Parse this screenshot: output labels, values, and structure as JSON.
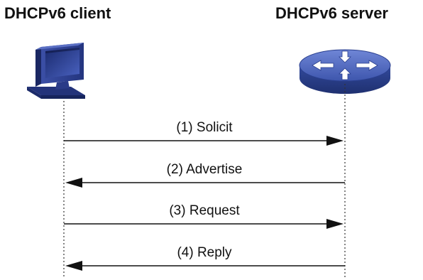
{
  "client": {
    "title": "DHCPv6 client",
    "icon": "desktop-computer-icon"
  },
  "server": {
    "title": "DHCPv6 server",
    "icon": "router-icon"
  },
  "messages": [
    {
      "label": "(1) Solicit",
      "direction": "client-to-server"
    },
    {
      "label": "(2) Advertise",
      "direction": "server-to-client"
    },
    {
      "label": "(3) Request",
      "direction": "client-to-server"
    },
    {
      "label": "(4) Reply",
      "direction": "server-to-client"
    }
  ],
  "colors": {
    "computer_blue": "#2e3f8f",
    "router_blue": "#3d55a8",
    "arrow": "#111111"
  }
}
